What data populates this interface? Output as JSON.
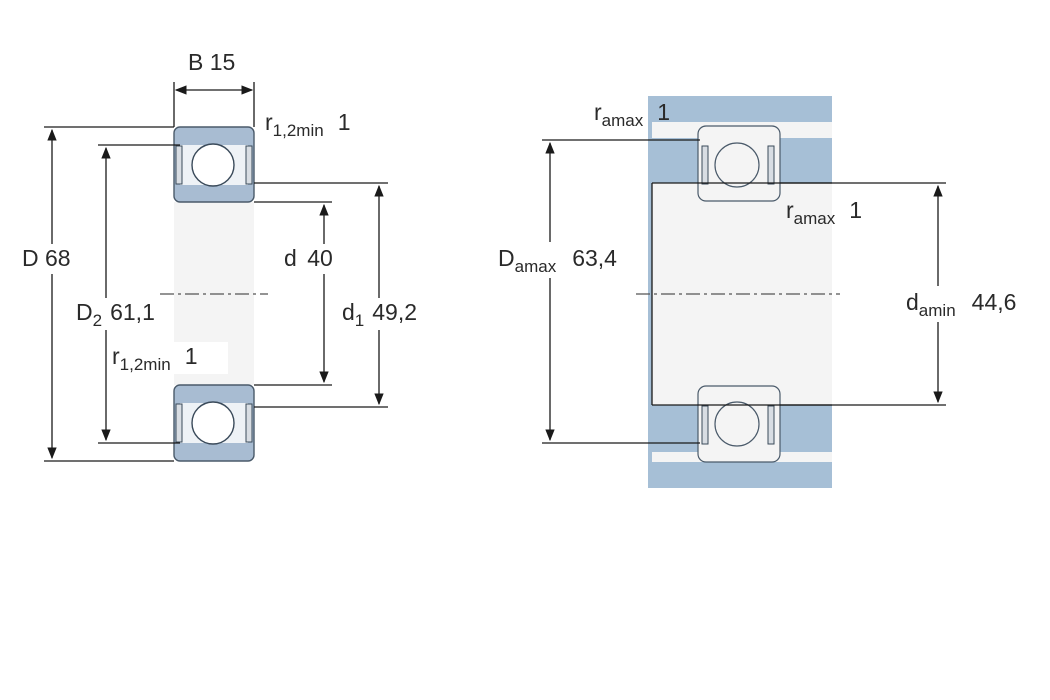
{
  "colors": {
    "housing_fill": "#a6bfd6",
    "ring_fill": "#a8bcd2",
    "ring_stroke": "#4a5a6a",
    "bore_fill": "#f4f4f4",
    "line": "#1a1a1a",
    "text": "#2a2a2a"
  },
  "bearing_view": {
    "width": {
      "symbol": "B",
      "value": "15"
    },
    "outer_dia": {
      "symbol": "D",
      "value": "68"
    },
    "d2": {
      "symbol": "D",
      "subscript": "2",
      "value": "61,1"
    },
    "bore": {
      "symbol": "d",
      "value": "40"
    },
    "d1": {
      "symbol": "d",
      "subscript": "1",
      "value": "49,2"
    },
    "chamfer_top": {
      "symbol": "r",
      "subscript": "1,2min",
      "value": "1"
    },
    "chamfer_bottom": {
      "symbol": "r",
      "subscript": "1,2min",
      "value": "1"
    }
  },
  "abutment_view": {
    "fillet_housing": {
      "symbol": "r",
      "subscript": "amax",
      "value": "1"
    },
    "fillet_shaft": {
      "symbol": "r",
      "subscript": "amax",
      "value": "1"
    },
    "housing_dia": {
      "symbol": "D",
      "subscript": "amax",
      "value": "63,4"
    },
    "shaft_dia": {
      "symbol": "d",
      "subscript": "amin",
      "value": "44,6"
    }
  }
}
